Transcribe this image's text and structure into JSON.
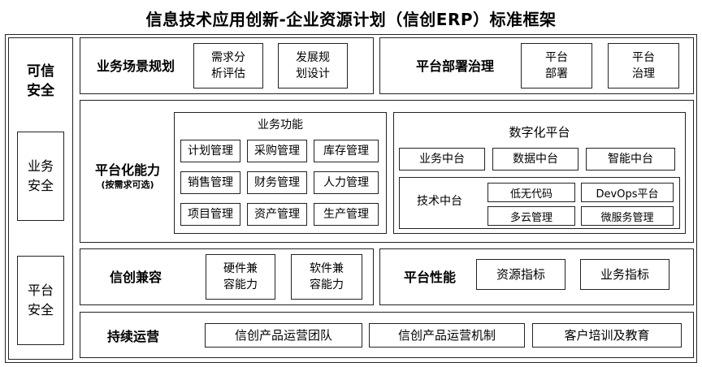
{
  "title": "信息技术应用创新-企业资源计划（信创ERP）标准框架",
  "left_column": {
    "title": "可信\n安全",
    "items": [
      "业务\n安全",
      "平台\n安全"
    ]
  },
  "row1": {
    "business_planning": {
      "title": "业务场景规划",
      "items": [
        "需求分\n析评估",
        "发展规\n划设计"
      ]
    },
    "platform_governance": {
      "title": "平台部署治理",
      "items": [
        "平台\n部署",
        "平台\n治理"
      ]
    }
  },
  "row2": {
    "title": "平台化能力",
    "subtitle": "(按需求可选)",
    "business_functions": {
      "title": "业务功能",
      "items": [
        "计划管理",
        "采购管理",
        "库存管理",
        "销售管理",
        "财务管理",
        "人力管理",
        "项目管理",
        "资产管理",
        "生产管理"
      ]
    },
    "digital_platform": {
      "title": "数字化平台",
      "centers": [
        "业务中台",
        "数据中台",
        "智能中台"
      ],
      "tech_center": {
        "title": "技术中台",
        "items": [
          "低无代码",
          "DevOps平台",
          "多云管理",
          "微服务管理"
        ]
      }
    }
  },
  "row3": {
    "compatibility": {
      "title": "信创兼容",
      "items": [
        "硬件兼\n容能力",
        "软件兼\n容能力"
      ]
    },
    "performance": {
      "title": "平台性能",
      "items": [
        "资源指标",
        "业务指标"
      ]
    }
  },
  "row4": {
    "title": "持续运营",
    "items": [
      "信创产品运营团队",
      "信创产品运营机制",
      "客户培训及教育"
    ]
  }
}
